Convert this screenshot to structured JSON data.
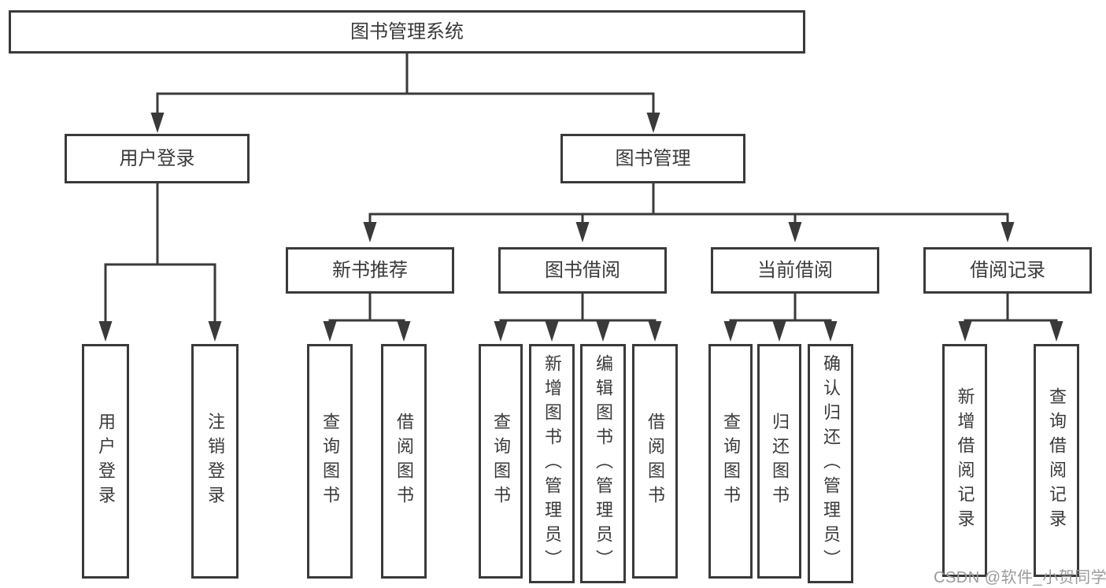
{
  "diagram": {
    "title": "图书管理系统",
    "type": "function-structure-tree",
    "tree": {
      "label": "图书管理系统",
      "children": [
        {
          "label": "用户登录",
          "children": [
            {
              "label": "用户登录"
            },
            {
              "label": "注销登录"
            }
          ]
        },
        {
          "label": "图书管理",
          "children": [
            {
              "label": "新书推荐",
              "children": [
                {
                  "label": "查询图书"
                },
                {
                  "label": "借阅图书"
                }
              ]
            },
            {
              "label": "图书借阅",
              "children": [
                {
                  "label": "查询图书"
                },
                {
                  "label": "新增图书（管理员）"
                },
                {
                  "label": "编辑图书（管理员）"
                },
                {
                  "label": "借阅图书"
                }
              ]
            },
            {
              "label": "当前借阅",
              "children": [
                {
                  "label": "查询图书"
                },
                {
                  "label": "归还图书"
                },
                {
                  "label": "确认归还（管理员）"
                }
              ]
            },
            {
              "label": "借阅记录",
              "children": [
                {
                  "label": "新增借阅记录"
                },
                {
                  "label": "查询借阅记录"
                }
              ]
            }
          ]
        }
      ]
    }
  },
  "watermark": {
    "text": "CSDN @软件_小贺同学",
    "color": "#9b9b9b"
  },
  "colors": {
    "line": "#3a3a3a",
    "text": "#3a3a3a",
    "box_background": "#ffffff",
    "page_background": "#ffffff"
  }
}
